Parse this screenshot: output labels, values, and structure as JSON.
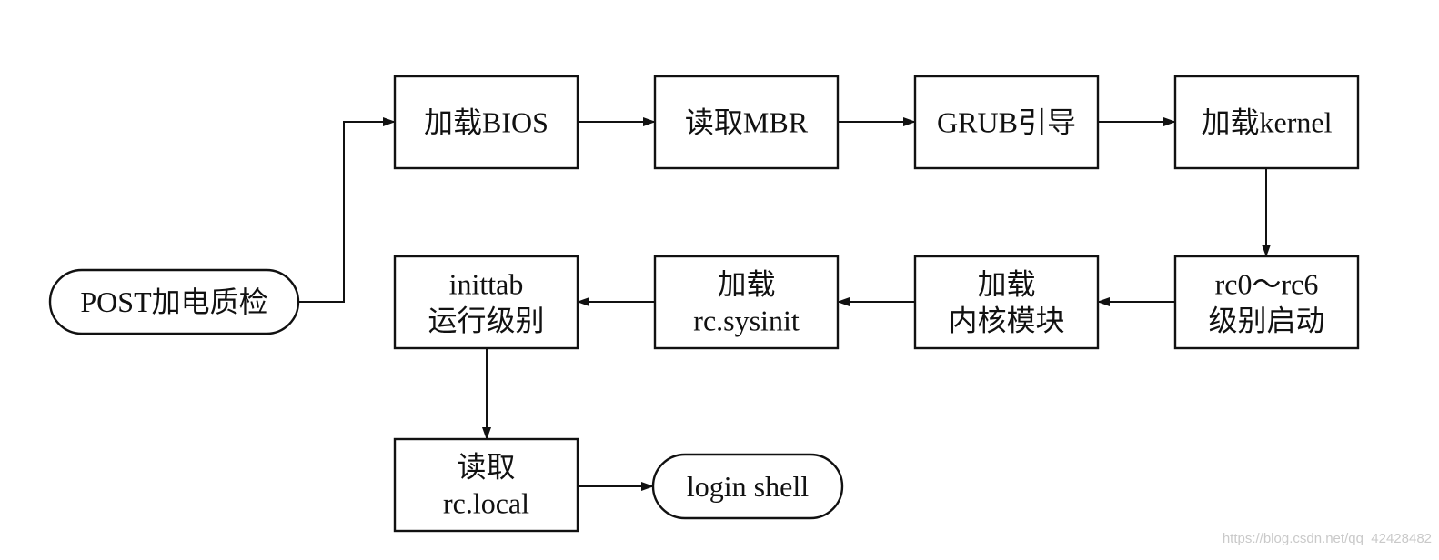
{
  "diagram": {
    "nodes": [
      {
        "id": "post",
        "shape": "rounded",
        "lines": [
          "POST加电质检"
        ]
      },
      {
        "id": "bios",
        "shape": "rect",
        "lines": [
          "加载BIOS"
        ]
      },
      {
        "id": "mbr",
        "shape": "rect",
        "lines": [
          "读取MBR"
        ]
      },
      {
        "id": "grub",
        "shape": "rect",
        "lines": [
          "GRUB引导"
        ]
      },
      {
        "id": "kernel",
        "shape": "rect",
        "lines": [
          "加载kernel"
        ]
      },
      {
        "id": "rc06",
        "shape": "rect",
        "lines": [
          "rc0～rc6",
          "级别启动"
        ]
      },
      {
        "id": "modules",
        "shape": "rect",
        "lines": [
          "加载",
          "内核模块"
        ]
      },
      {
        "id": "sysinit",
        "shape": "rect",
        "lines": [
          "加载",
          "rc.sysinit"
        ]
      },
      {
        "id": "inittab",
        "shape": "rect",
        "lines": [
          "inittab",
          "运行级别"
        ]
      },
      {
        "id": "rclocal",
        "shape": "rect",
        "lines": [
          "读取",
          "rc.local"
        ]
      },
      {
        "id": "login",
        "shape": "rounded",
        "lines": [
          "login shell"
        ]
      }
    ],
    "edges": [
      {
        "from": "post",
        "to": "bios"
      },
      {
        "from": "bios",
        "to": "mbr"
      },
      {
        "from": "mbr",
        "to": "grub"
      },
      {
        "from": "grub",
        "to": "kernel"
      },
      {
        "from": "kernel",
        "to": "rc06"
      },
      {
        "from": "rc06",
        "to": "modules"
      },
      {
        "from": "modules",
        "to": "sysinit"
      },
      {
        "from": "sysinit",
        "to": "inittab"
      },
      {
        "from": "inittab",
        "to": "rclocal"
      },
      {
        "from": "rclocal",
        "to": "login"
      }
    ]
  },
  "watermark": "https://blog.csdn.net/qq_42428482"
}
